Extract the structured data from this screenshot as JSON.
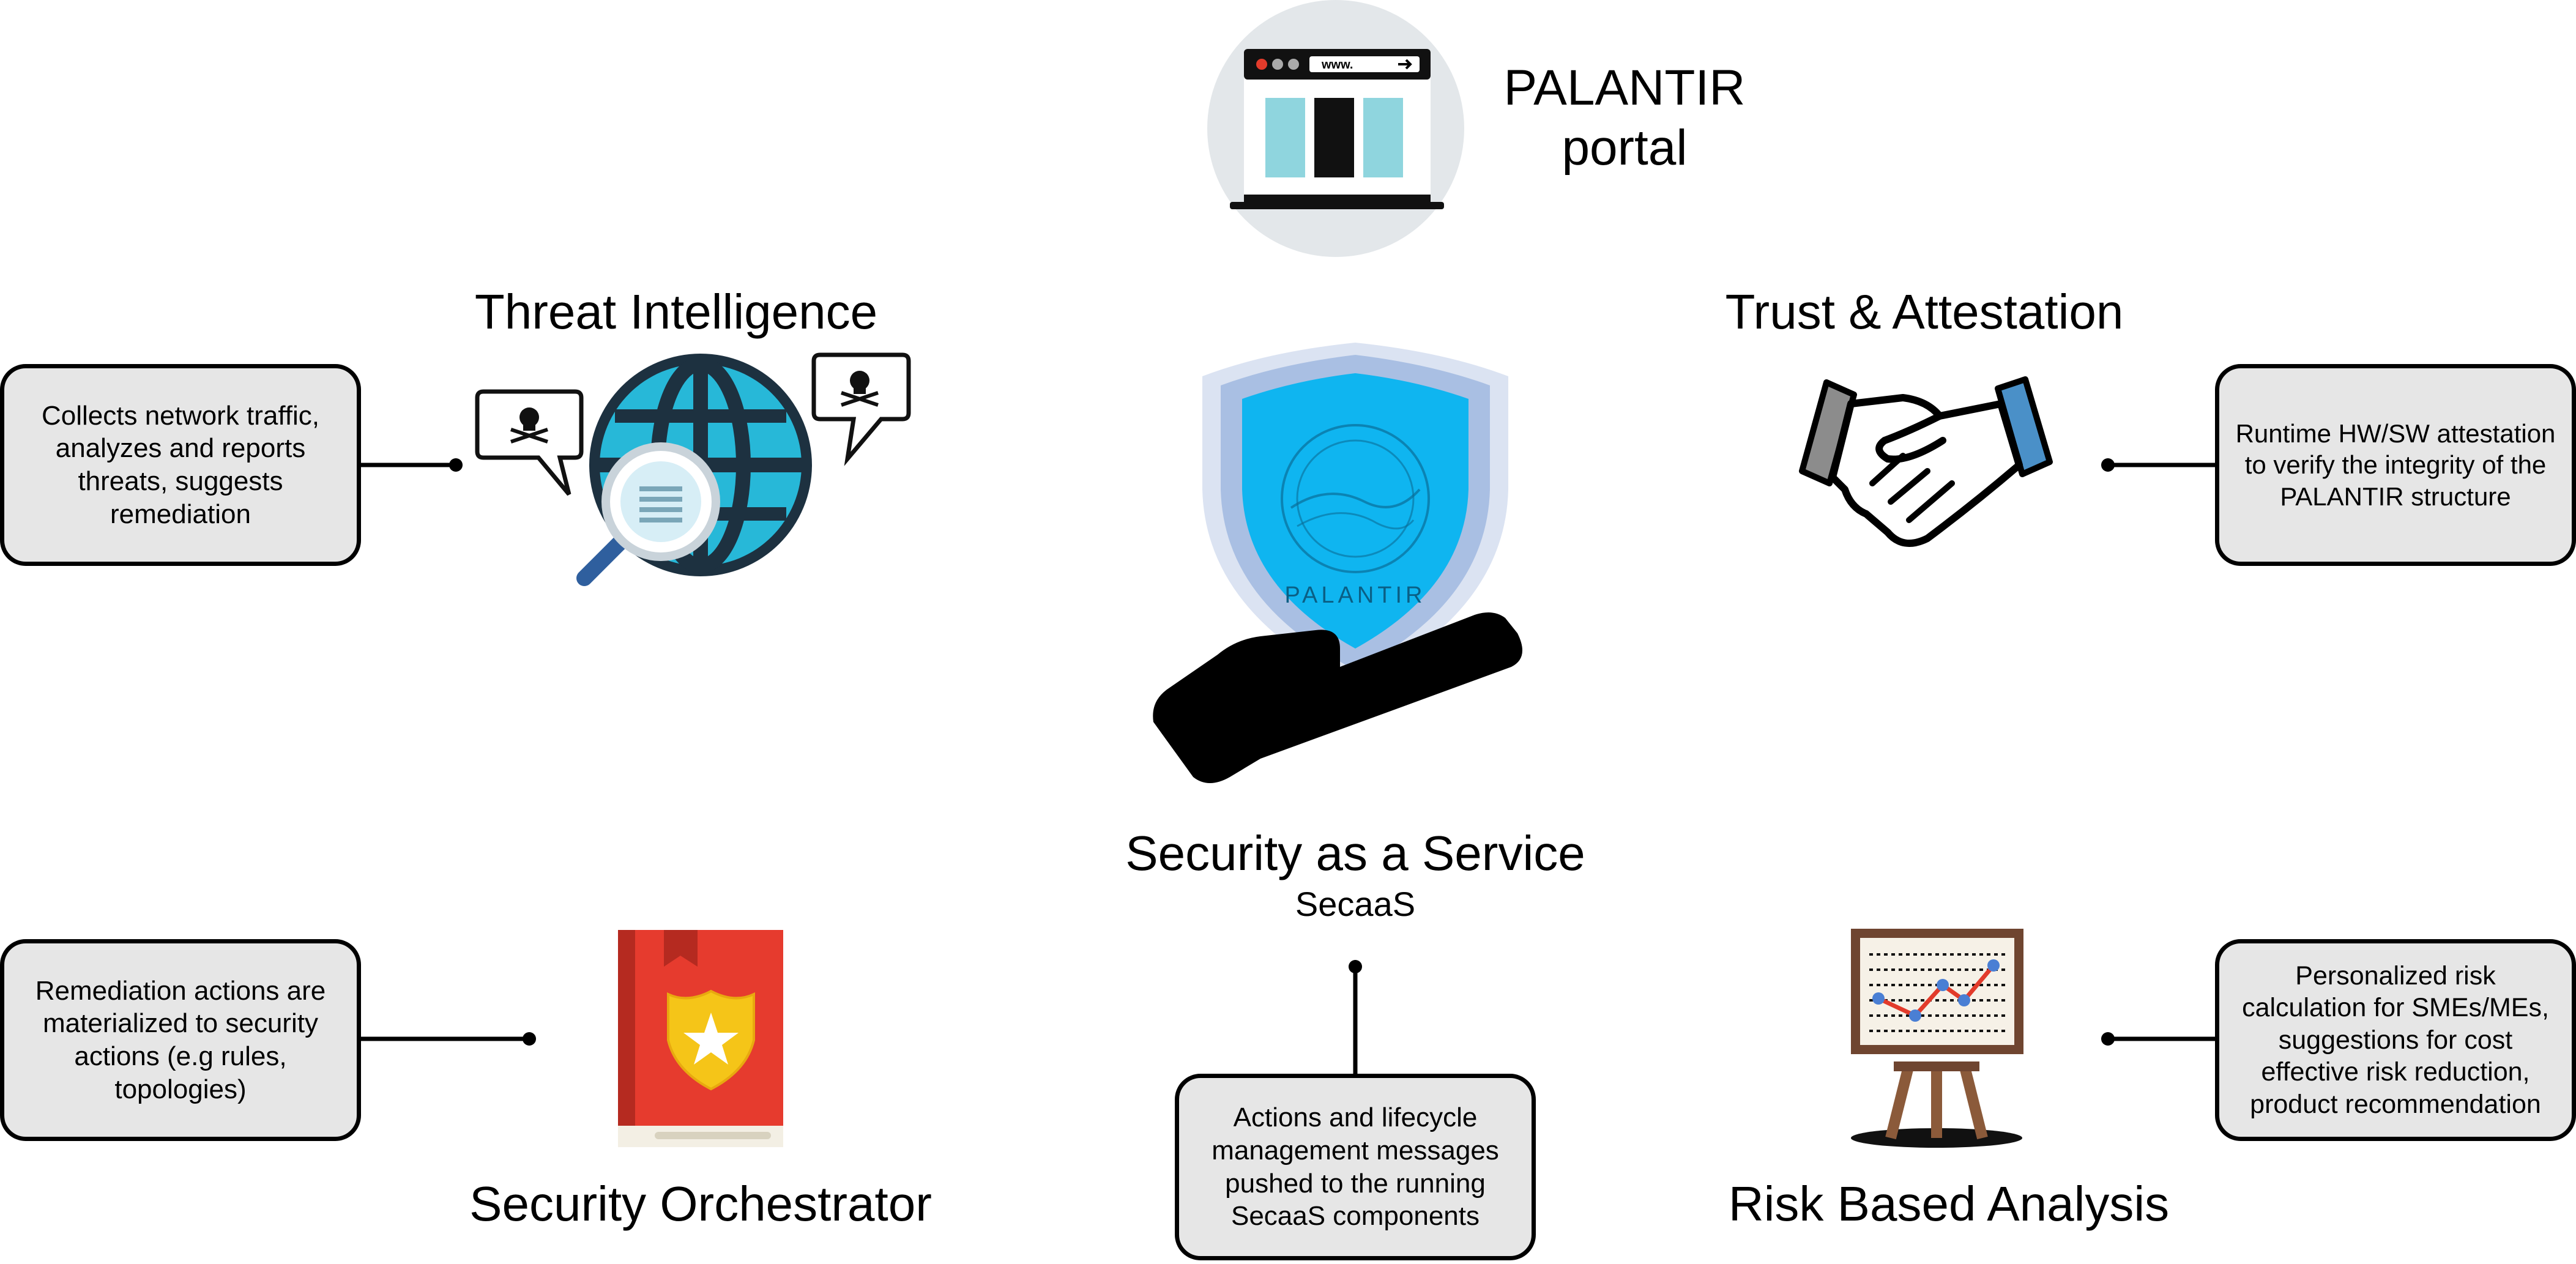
{
  "portal": {
    "line1": "PALANTIR",
    "line2": "portal",
    "url_text": "www."
  },
  "center": {
    "title": "Security as a Service",
    "subtitle": "SecaaS",
    "shield_logo_text": "PALANTIR"
  },
  "threat_intelligence": {
    "title": "Threat Intelligence",
    "description": [
      "Collects network traffic,",
      "analyzes and reports",
      "threats, suggests",
      "remediation"
    ]
  },
  "trust_attestation": {
    "title": "Trust & Attestation",
    "description": [
      "Runtime HW/SW attestation",
      "to verify the integrity of the",
      "PALANTIR structure"
    ]
  },
  "security_orchestrator": {
    "title": "Security Orchestrator",
    "description": [
      "Remediation actions are",
      "materialized to security",
      "actions (e.g rules,",
      "topologies)"
    ]
  },
  "risk_based_analysis": {
    "title": "Risk Based Analysis",
    "description": [
      "Personalized risk",
      "calculation for SMEs/MEs,",
      "suggestions for cost",
      "effective risk reduction,",
      "product recommendation"
    ]
  },
  "secaas_actions": {
    "description": [
      "Actions and lifecycle",
      "management messages",
      "pushed to the running",
      "SecaaS components"
    ]
  },
  "colors": {
    "box_fill": "#e6e6e6",
    "globe_blue": "#27b8d8",
    "globe_dark": "#1d3140",
    "shield_blue": "#0fb5f0",
    "book_red": "#e63b2e",
    "badge_yellow": "#f5c518",
    "handshake_blue": "#4a90c8",
    "chart_red": "#e23b2b",
    "chart_blue": "#4a7fd4"
  }
}
